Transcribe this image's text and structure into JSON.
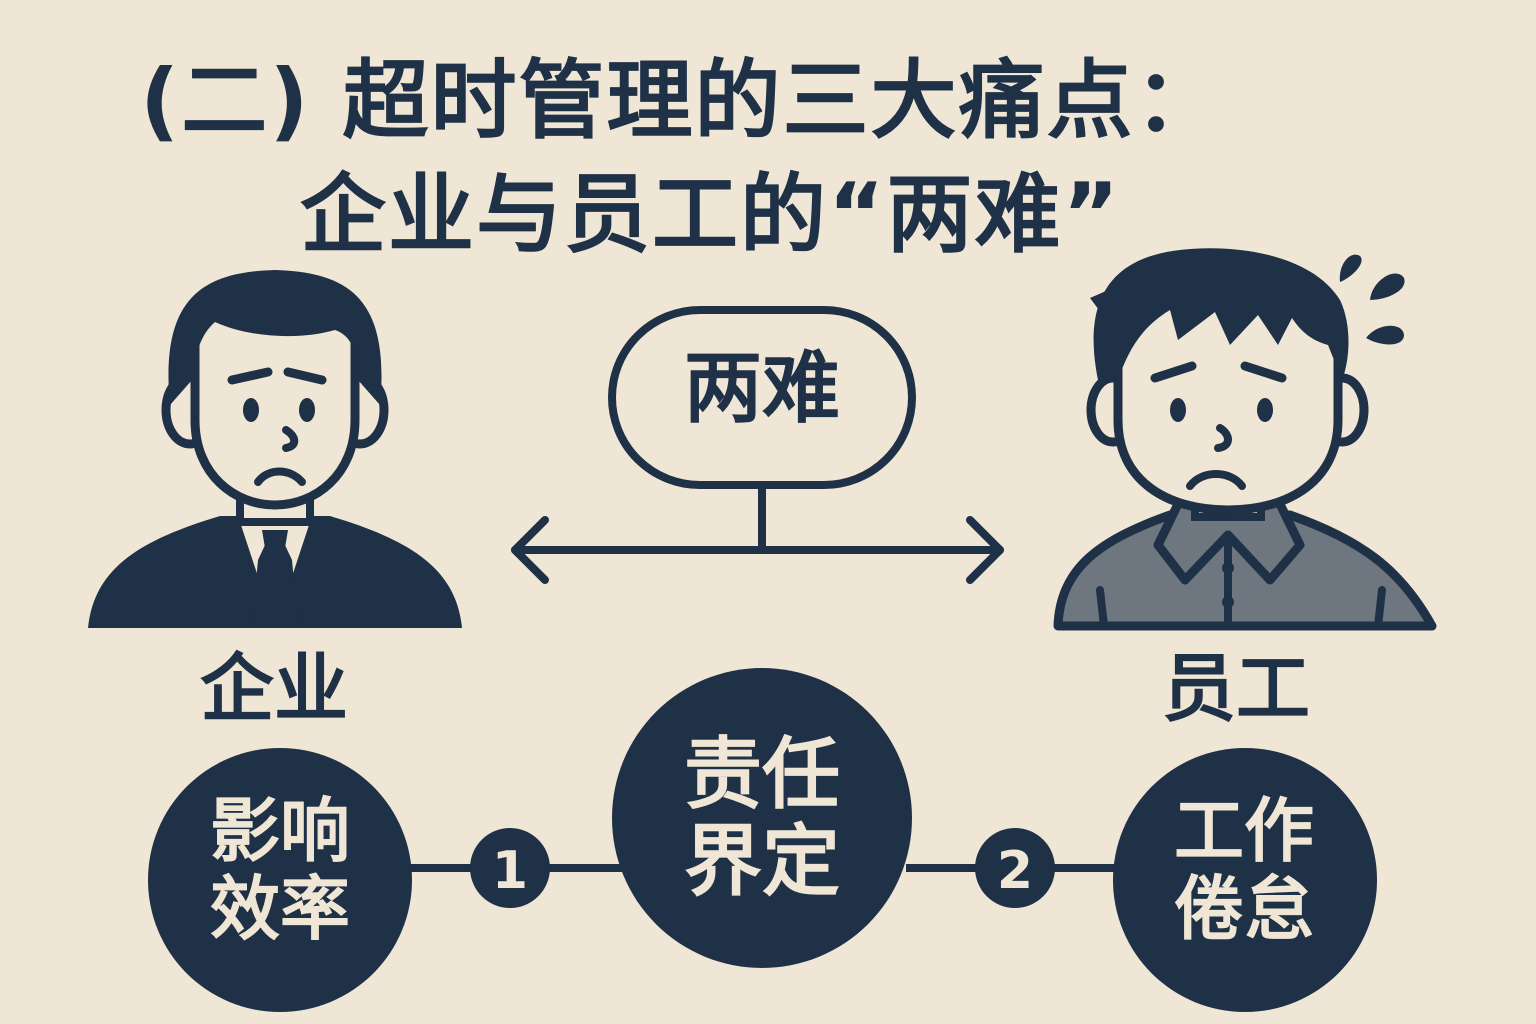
{
  "title": {
    "line1": "(二) 超时管理的三大痛点：",
    "line2": "企业与员工的“两难”"
  },
  "dilemma_label": "两难",
  "parties": {
    "company": "企业",
    "employee": "员工"
  },
  "pain_points": [
    {
      "line1": "影响",
      "line2": "效率"
    },
    {
      "line1": "责任",
      "line2": "界定"
    },
    {
      "line1": "工作",
      "line2": "倦怠"
    }
  ],
  "connector_numbers": [
    "1",
    "2"
  ],
  "colors": {
    "background": "#f0e6d5",
    "ink": "#1f3147",
    "shirt": "#6e7680"
  },
  "icons": {
    "company": "businessman-icon",
    "employee": "worried-employee-icon"
  }
}
